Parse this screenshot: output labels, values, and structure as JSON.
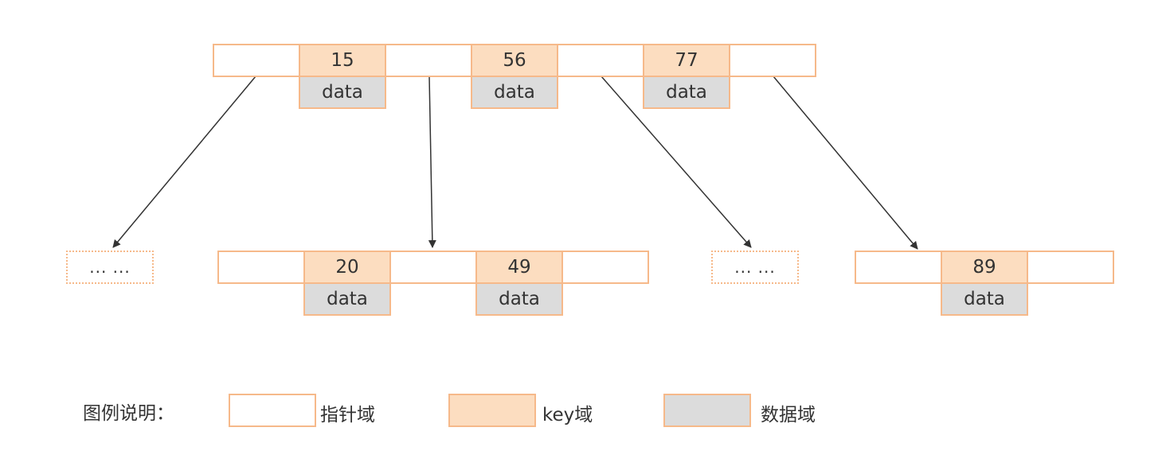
{
  "root_node": {
    "keys": [
      {
        "key": "15",
        "data": "data"
      },
      {
        "key": "56",
        "data": "data"
      },
      {
        "key": "77",
        "data": "data"
      }
    ]
  },
  "child_nodes": [
    {
      "type": "ellipsis",
      "text": "... ..."
    },
    {
      "type": "node",
      "keys": [
        {
          "key": "20",
          "data": "data"
        },
        {
          "key": "49",
          "data": "data"
        }
      ]
    },
    {
      "type": "ellipsis",
      "text": "... ..."
    },
    {
      "type": "node",
      "keys": [
        {
          "key": "89",
          "data": "data"
        }
      ]
    }
  ],
  "legend": {
    "title": "图例说明：",
    "items": [
      {
        "label": "指针域",
        "color": "#FFFFFF"
      },
      {
        "label": "key域",
        "color": "#FCDDC0"
      },
      {
        "label": "数据域",
        "color": "#DCDCDC"
      }
    ]
  },
  "colors": {
    "border": "#F6B98A",
    "key_fill": "#FCDDC0",
    "data_fill": "#DCDCDC",
    "arrow": "#333333"
  }
}
